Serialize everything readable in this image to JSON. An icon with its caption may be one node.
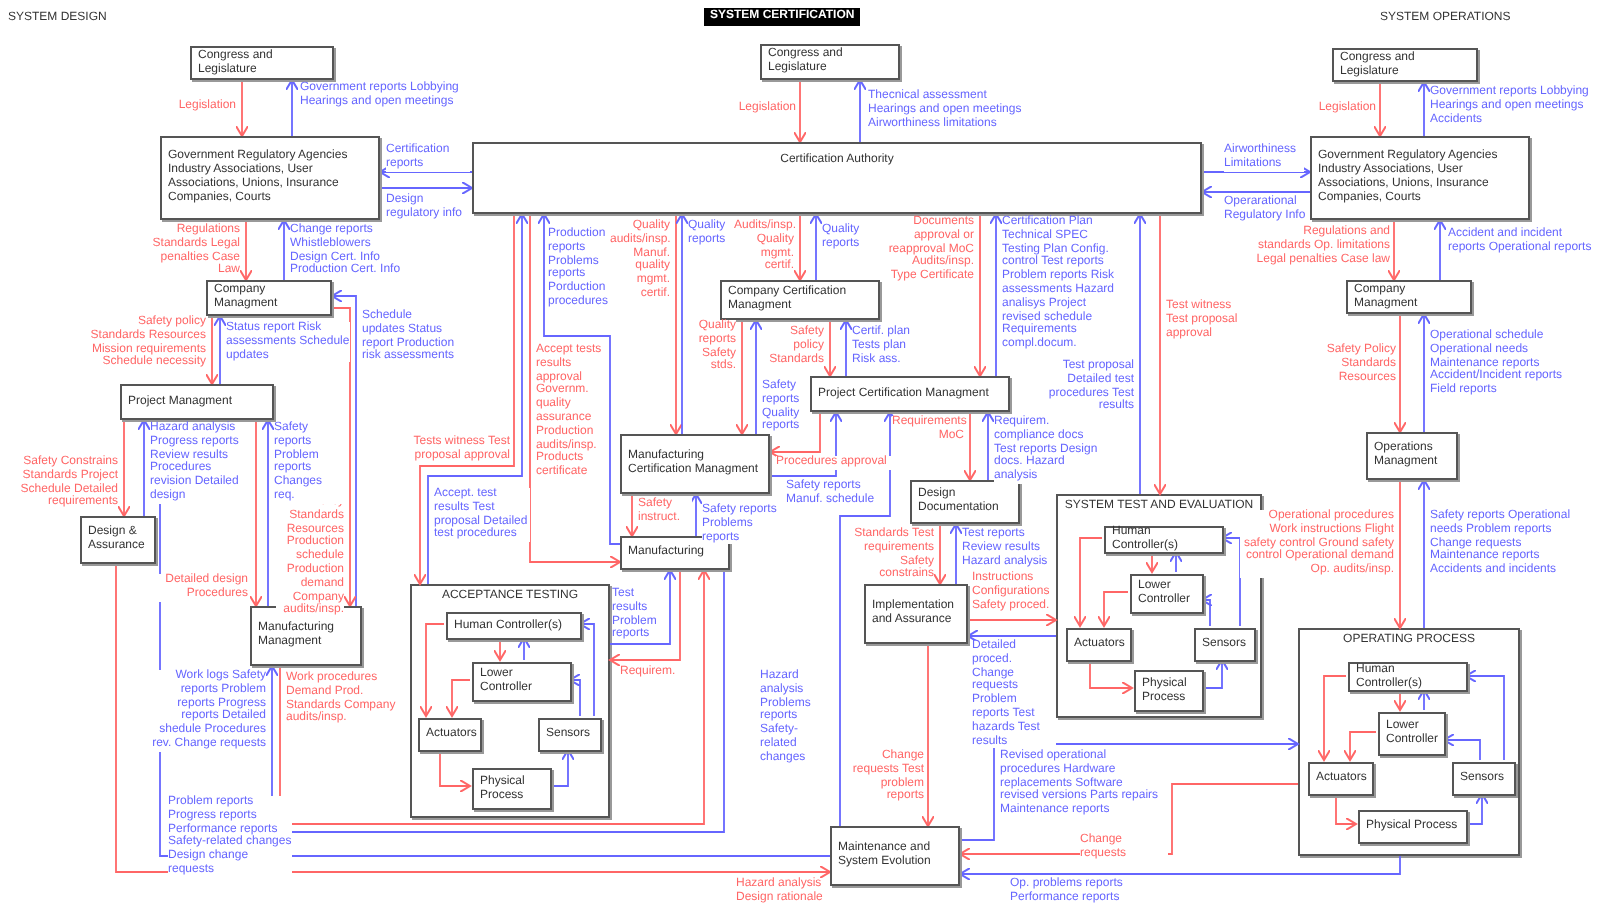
{
  "diagram": {
    "title": "SYSTEM CERTIFICATION",
    "nodes": [
      {
        "text": [
          "Congress and Legislature"
        ]
      },
      {
        "text": [
          "Government Regulatory Agencies Industry Associations, User Associations, Unions, Insurance Companies, Courts"
        ]
      },
      {
        "text": [
          "Company Managment"
        ]
      },
      {
        "text": [
          "Project Managment"
        ]
      },
      {
        "text": [
          "Design & Assurance"
        ]
      },
      {
        "text": [
          "Manufacturing Managment"
        ]
      },
      {
        "text": [
          "ACCEPTANCE TESTING"
        ]
      },
      {
        "text": [
          "Human Controller(s)"
        ],
        "in": 6
      },
      {
        "text": [
          "Lower Controller"
        ],
        "in": 6
      },
      {
        "text": [
          "Actuators"
        ],
        "in": 6
      },
      {
        "text": [
          "Sensors"
        ],
        "in": 6
      },
      {
        "text": [
          "Physical Process"
        ],
        "in": 6
      },
      {
        "text": [
          "Manufacturing"
        ]
      },
      {
        "text": [
          "Congress and Legislature"
        ]
      },
      {
        "text": [
          "Certification Authority"
        ]
      },
      {
        "text": [
          "Company Certification Managment"
        ]
      },
      {
        "text": [
          "Project Certification Managment"
        ]
      },
      {
        "text": [
          "Manufacturing Certification Managment"
        ]
      },
      {
        "text": [
          "Design Documentation"
        ]
      },
      {
        "text": [
          "Implementation and Assurance"
        ]
      },
      {
        "text": [
          "SYSTEM TEST AND EVALUATION"
        ]
      },
      {
        "text": [
          "Human Controller(s)"
        ],
        "in": 20
      },
      {
        "text": [
          "Lower Controller"
        ],
        "in": 20
      },
      {
        "text": [
          "Actuators"
        ],
        "in": 20
      },
      {
        "text": [
          "Sensors"
        ],
        "in": 20
      },
      {
        "text": [
          "Physical Process"
        ],
        "in": 20
      },
      {
        "text": [
          "Maintenance and System Evolution"
        ]
      },
      {
        "text": [
          "Congress and Legislature"
        ]
      },
      {
        "text": [
          "Government Regulatory Agencies Industry Associations, User Associations, Unions, Insurance Companies, Courts"
        ]
      },
      {
        "text": [
          "Company Managment"
        ]
      },
      {
        "text": [
          "Operations Managment"
        ]
      },
      {
        "text": [
          "OPERATING PROCESS"
        ]
      },
      {
        "text": [
          "Human Controller(s)"
        ],
        "in": 31
      },
      {
        "text": [
          "Lower Controller"
        ],
        "in": 31
      },
      {
        "text": [
          "Actuators"
        ],
        "in": 31
      },
      {
        "text": [
          "Sensors"
        ],
        "in": 31
      },
      {
        "text": [
          "Physical Process"
        ],
        "in": 31
      }
    ],
    "edges": [
      {
        "from": 0,
        "to": 1,
        "arrow": "to",
        "label": "Legislation",
        "color": "#ff6666"
      },
      {
        "from": 1,
        "to": 0,
        "arrow": "to",
        "label": "Government reports Lobbying Hearings and open meetings",
        "color": "#6666ff"
      },
      {
        "from": 14,
        "to": 1,
        "arrow": "to",
        "label": "Certification reports",
        "color": "#6666ff"
      },
      {
        "from": 1,
        "to": 14,
        "arrow": "to",
        "label": "Design regulatory info",
        "color": "#6666ff"
      },
      {
        "from": 1,
        "to": 2,
        "arrow": "to",
        "label": "Regulations Standards Legal penalties Case Law",
        "color": "#ff6666"
      },
      {
        "from": 2,
        "to": 1,
        "arrow": "to",
        "label": "Change reports Whistleblowers Design Cert. Info Production Cert. Info",
        "color": "#6666ff"
      },
      {
        "from": 2,
        "to": 3,
        "arrow": "to",
        "label": "Safety policy Standards Resources Mission requirements Schedule necessity",
        "color": "#ff6666"
      },
      {
        "from": 3,
        "to": 2,
        "arrow": "to",
        "label": "Status report Risk assessments Schedule updates",
        "color": "#6666ff"
      },
      {
        "from": 5,
        "to": 2,
        "arrow": "to",
        "label": "Schedule updates Status report Production risk assessments",
        "color": "#6666ff"
      },
      {
        "from": 2,
        "to": 5,
        "arrow": "to",
        "label": "Policy Standards Resources Production schedule Production demand Company audits/insp.",
        "color": "#ff6666"
      },
      {
        "from": 3,
        "to": 4,
        "arrow": "to",
        "label": "Safety Constrains Standards Project Schedule Detailed requirements",
        "color": "#ff6666"
      },
      {
        "from": 4,
        "to": 3,
        "arrow": "to",
        "label": "Hazard analysis Progress reports Review results Procedures revision Detailed design",
        "color": "#6666ff"
      },
      {
        "from": 5,
        "to": 3,
        "arrow": "to",
        "label": "Safety reports Problem reports Changes req.",
        "color": "#6666ff"
      },
      {
        "from": 3,
        "to": 5,
        "arrow": "to",
        "label": "Detailed design Procedures",
        "color": "#ff6666"
      },
      {
        "from": 5,
        "to": 12,
        "arrow": "to",
        "label": "Work procedures Demand Prod. Standards Company audits/insp.",
        "color": "#ff6666"
      },
      {
        "from": 12,
        "to": 5,
        "arrow": "to",
        "label": "Work logs Safety reports Problem reports Progress reports Detailed shedule Procedures rev. Change requests",
        "color": "#6666ff"
      },
      {
        "from": 4,
        "to": 26,
        "arrow": "to",
        "label": "Hazard analysis Design rationale",
        "color": "#ff6666"
      },
      {
        "from": 26,
        "to": 3,
        "arrow": "to",
        "label": "Problem reports Progress reports Performance reports Safety-related changes Design change requests",
        "color": "#6666ff"
      },
      {
        "from": 14,
        "to": 6,
        "arrow": "to",
        "label": "Tests witness Test proposal approval",
        "color": "#ff6666"
      },
      {
        "from": 6,
        "to": 14,
        "arrow": "to",
        "label": "Accept. test results Test proposal Detailed test procedures",
        "color": "#6666ff"
      },
      {
        "from": 6,
        "to": 12,
        "arrow": "to",
        "label": "Test results Problem reports",
        "color": "#6666ff"
      },
      {
        "from": 12,
        "to": 6,
        "arrow": "to",
        "label": "Requirem.",
        "color": "#ff6666"
      },
      {
        "from": 7,
        "to": 9,
        "arrow": "to",
        "color": "#ff6666"
      },
      {
        "from": 7,
        "to": 8,
        "arrow": "to",
        "color": "#ff6666"
      },
      {
        "from": 8,
        "to": 7,
        "arrow": "to",
        "color": "#6666ff"
      },
      {
        "from": 8,
        "to": 9,
        "arrow": "to",
        "color": "#ff6666"
      },
      {
        "from": 9,
        "to": 11,
        "arrow": "to",
        "color": "#ff6666"
      },
      {
        "from": 11,
        "to": 10,
        "arrow": "to",
        "color": "#6666ff"
      },
      {
        "from": 10,
        "to": 8,
        "arrow": "to",
        "color": "#6666ff"
      },
      {
        "from": 10,
        "to": 7,
        "arrow": "to",
        "color": "#6666ff"
      },
      {
        "from": 13,
        "to": 14,
        "arrow": "to",
        "label": "Legislation",
        "color": "#ff6666"
      },
      {
        "from": 14,
        "to": 13,
        "arrow": "to",
        "label": "Thecnical assessment Hearings and open meetings Airworthiness limitations",
        "color": "#6666ff"
      },
      {
        "from": 14,
        "to": 28,
        "arrow": "to",
        "label": "Airworthiness Limitations",
        "color": "#6666ff"
      },
      {
        "from": 28,
        "to": 14,
        "arrow": "to",
        "label": "Operarational Regulatory Info",
        "color": "#6666ff"
      },
      {
        "from": 14,
        "to": 12,
        "arrow": "to",
        "label": "Accept tests results approval Governm. quality assurance Production audits/insp. Products certificate",
        "color": "#ff6666"
      },
      {
        "from": 12,
        "to": 14,
        "arrow": "to",
        "label": "Production reports Problems reports Porduction procedures",
        "color": "#6666ff"
      },
      {
        "from": 14,
        "to": 17,
        "arrow": "to",
        "label": "Quality audits/insp. Manuf. quality mgmt. certif.",
        "color": "#ff6666"
      },
      {
        "from": 17,
        "to": 14,
        "arrow": "to",
        "label": "Quality reports",
        "color": "#6666ff"
      },
      {
        "from": 14,
        "to": 15,
        "arrow": "to",
        "label": "Audits/insp. Quality mgmt. certif.",
        "color": "#ff6666"
      },
      {
        "from": 15,
        "to": 14,
        "arrow": "to",
        "label": "Quality reports",
        "color": "#6666ff"
      },
      {
        "from": 15,
        "to": 17,
        "arrow": "to",
        "label": "Quality reports Safety stds.",
        "color": "#ff6666"
      },
      {
        "from": 17,
        "to": 15,
        "arrow": "to",
        "label": "Safety reports Quality reports",
        "color": "#6666ff"
      },
      {
        "from": 15,
        "to": 16,
        "arrow": "to",
        "label": "Safety policy Standards",
        "color": "#ff6666"
      },
      {
        "from": 16,
        "to": 15,
        "arrow": "to",
        "label": "Certif. plan Tests plan Risk ass.",
        "color": "#6666ff"
      },
      {
        "from": 14,
        "to": 16,
        "arrow": "to",
        "label": "Documents approval or reapproval MoC Audits/insp. Type Certificate",
        "color": "#ff6666"
      },
      {
        "from": 16,
        "to": 14,
        "arrow": "to",
        "label": "Certification Plan Technical SPEC Testing Plan Config. control Test reports Problem reports Risk assessments Hazard analisys Project revised schedule Requirements compl.docum.",
        "color": "#6666ff"
      },
      {
        "from": 16,
        "to": 17,
        "arrow": "to",
        "label": "Procedures approval",
        "color": "#ff6666"
      },
      {
        "from": 17,
        "to": 16,
        "arrow": "to",
        "label": "Safety reports Manuf. schedule",
        "color": "#6666ff"
      },
      {
        "from": 17,
        "to": 12,
        "arrow": "to",
        "label": "Safety instruct.",
        "color": "#ff6666"
      },
      {
        "from": 12,
        "to": 17,
        "arrow": "to",
        "label": "Safety reports Problems reports",
        "color": "#6666ff"
      },
      {
        "from": 16,
        "to": 18,
        "arrow": "to",
        "label": "Requirements MoC",
        "color": "#ff6666"
      },
      {
        "from": 18,
        "to": 16,
        "arrow": "to",
        "label": "Requirem. compliance docs Test reports Design docs. Hazard analysis",
        "color": "#6666ff"
      },
      {
        "from": 18,
        "to": 19,
        "arrow": "to",
        "label": "Standards Test requirements Safety constrains",
        "color": "#ff6666"
      },
      {
        "from": 19,
        "to": 18,
        "arrow": "to",
        "label": "Test reports Review results Hazard analysis",
        "color": "#6666ff"
      },
      {
        "from": 19,
        "to": 20,
        "arrow": "to",
        "label": "Instructions Configurations Safety proced.",
        "color": "#ff6666"
      },
      {
        "from": 20,
        "to": 19,
        "arrow": "to",
        "label": "Detailed proced. Change requests Problem reports Test hazards Test results",
        "color": "#6666ff"
      },
      {
        "from": 19,
        "to": 26,
        "arrow": "to",
        "label": "Change requests Test problem reports",
        "color": "#ff6666"
      },
      {
        "from": 26,
        "to": 16,
        "arrow": "to",
        "label": "Hazard analysis Problems reports Safety-related changes",
        "color": "#6666ff"
      },
      {
        "from": 14,
        "to": 20,
        "arrow": "to",
        "label": "Test witness Test proposal approval",
        "color": "#ff6666"
      },
      {
        "from": 20,
        "to": 14,
        "arrow": "to",
        "label": "Test proposal Detailed test procedures Test results",
        "color": "#6666ff"
      },
      {
        "from": 21,
        "to": 23,
        "arrow": "to",
        "color": "#ff6666"
      },
      {
        "from": 21,
        "to": 22,
        "arrow": "to",
        "color": "#ff6666"
      },
      {
        "from": 22,
        "to": 21,
        "arrow": "to",
        "color": "#6666ff"
      },
      {
        "from": 22,
        "to": 23,
        "arrow": "to",
        "color": "#ff6666"
      },
      {
        "from": 23,
        "to": 25,
        "arrow": "to",
        "color": "#ff6666"
      },
      {
        "from": 25,
        "to": 24,
        "arrow": "to",
        "color": "#6666ff"
      },
      {
        "from": 24,
        "to": 22,
        "arrow": "to",
        "color": "#6666ff"
      },
      {
        "from": 24,
        "to": 21,
        "arrow": "to",
        "color": "#6666ff"
      },
      {
        "from": 26,
        "to": 31,
        "arrow": "to",
        "label": "Revised operational procedures Hardware replacements Software revised versions Parts repairs Maintenance reports",
        "color": "#6666ff"
      },
      {
        "from": 31,
        "to": 26,
        "arrow": "to",
        "label": "Change requests",
        "color": "#ff6666"
      },
      {
        "from": 31,
        "to": 26,
        "arrow": "to",
        "label": "Op. problems reports Performance reports",
        "color": "#6666ff"
      },
      {
        "from": 27,
        "to": 28,
        "arrow": "to",
        "label": "Legislation",
        "color": "#ff6666"
      },
      {
        "from": 28,
        "to": 27,
        "arrow": "to",
        "label": "Government reports Lobbying Hearings and open meetings Accidents",
        "color": "#6666ff"
      },
      {
        "from": 28,
        "to": 29,
        "arrow": "to",
        "label": "Regulations and standards Op. limitations Legal penalties Case law",
        "color": "#ff6666"
      },
      {
        "from": 29,
        "to": 28,
        "arrow": "to",
        "label": "Accident and incident reports Operational reports",
        "color": "#6666ff"
      },
      {
        "from": 29,
        "to": 30,
        "arrow": "to",
        "label": "Safety Policy Standards Resources",
        "color": "#ff6666"
      },
      {
        "from": 30,
        "to": 29,
        "arrow": "to",
        "label": "Operational schedule Operational needs Maintenance reports Accident/Incident reports Field reports",
        "color": "#6666ff"
      },
      {
        "from": 30,
        "to": 31,
        "arrow": "to",
        "label": "Operational procedures Work instructions Flight safety control Ground safety control Operational demand Op. audits/insp.",
        "color": "#ff6666"
      },
      {
        "from": 31,
        "to": 30,
        "arrow": "to",
        "label": "Safety reports Operational needs Problem reports Change requests Maintenance reports Accidents and incidents",
        "color": "#6666ff"
      },
      {
        "from": 32,
        "to": 34,
        "arrow": "to",
        "color": "#ff6666"
      },
      {
        "from": 32,
        "to": 33,
        "arrow": "to",
        "color": "#ff6666"
      },
      {
        "from": 33,
        "to": 32,
        "arrow": "to",
        "color": "#6666ff"
      },
      {
        "from": 33,
        "to": 34,
        "arrow": "to",
        "color": "#ff6666"
      },
      {
        "from": 34,
        "to": 36,
        "arrow": "to",
        "color": "#ff6666"
      },
      {
        "from": 36,
        "to": 35,
        "arrow": "to",
        "color": "#6666ff"
      },
      {
        "from": 35,
        "to": 33,
        "arrow": "to",
        "color": "#6666ff"
      },
      {
        "from": 35,
        "to": 32,
        "arrow": "to",
        "color": "#6666ff"
      }
    ],
    "labels": [
      "SYSTEM DESIGN",
      "SYSTEM OPERATIONS"
    ]
  }
}
